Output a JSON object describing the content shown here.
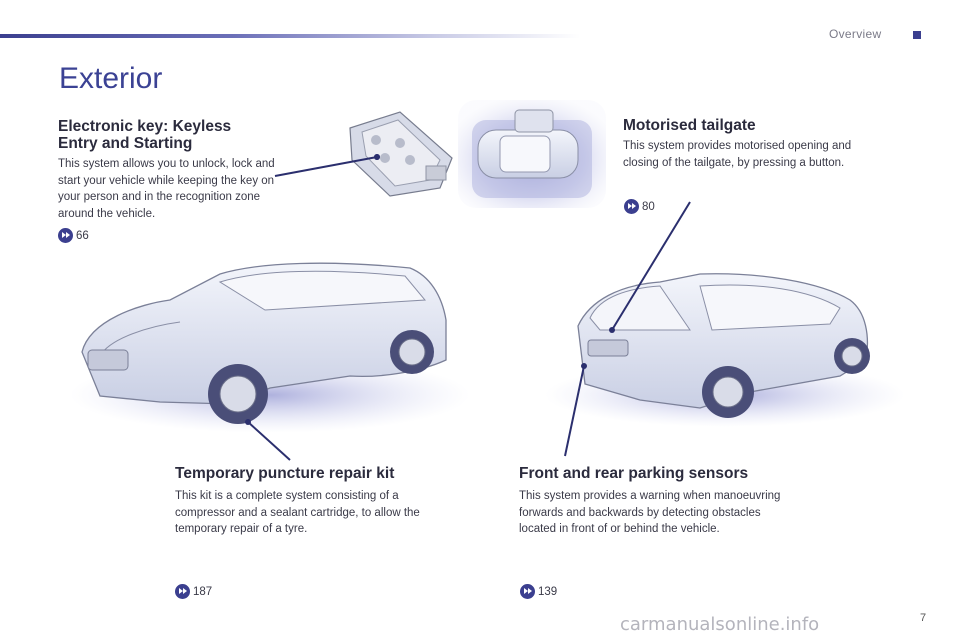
{
  "header": {
    "section": "Overview",
    "page_number": "7"
  },
  "title": "Exterior",
  "blocks": {
    "keyless": {
      "heading": "Electronic key: Keyless Entry and Starting",
      "heading_line1": "Electronic key: Keyless",
      "heading_line2": "Entry and Starting",
      "body": "This system allows you to unlock, lock and start your vehicle while keeping the key on your person and in the recognition zone around the vehicle.",
      "ref": "66"
    },
    "tailgate": {
      "heading": "Motorised tailgate",
      "body": "This system provides motorised opening and closing of the tailgate, by pressing a button.",
      "ref": "80"
    },
    "puncture": {
      "heading": "Temporary puncture repair kit",
      "body": "This kit is a complete system consisting of a compressor and a sealant cartridge, to allow the temporary repair of a tyre.",
      "ref": "187"
    },
    "parking": {
      "heading": "Front and rear parking sensors",
      "body": "This system provides a warning when manoeuvring forwards and backwards by detecting obstacles located in front of or behind the vehicle.",
      "ref": "139"
    }
  },
  "watermark": "carmanualsonline.info",
  "colors": {
    "accent": "#3b3f8f",
    "car_body": "#e4e8f4",
    "glow": "#c8ccee"
  },
  "icons": [
    "page-reference-icon"
  ]
}
